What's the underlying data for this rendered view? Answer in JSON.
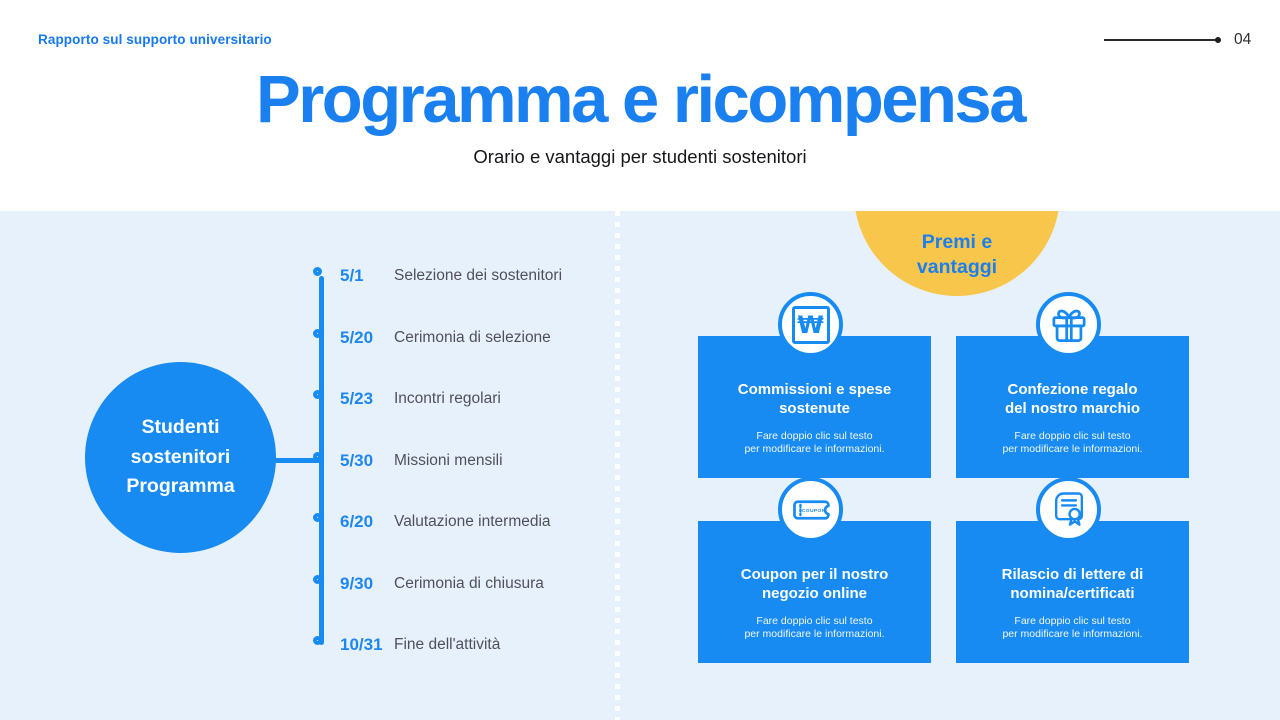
{
  "page": {
    "eyebrow": "Rapporto sul supporto universitario",
    "page_number": "04",
    "title": "Programma e ricompensa",
    "subtitle": "Orario e vantaggi per studenti sostenitori"
  },
  "colors": {
    "primary": "#178BF2",
    "title-blue": "#1A80F0",
    "accent-yellow": "#F8C64A",
    "panel-bg": "#E7F1FB",
    "header-bg": "#FFFFFF",
    "label-gray": "#50505A"
  },
  "timeline": {
    "group_label": "Studenti\nsostenitori\nProgramma",
    "items": [
      {
        "date": "5/1",
        "label": "Selezione dei sostenitori"
      },
      {
        "date": "5/20",
        "label": "Cerimonia di selezione"
      },
      {
        "date": "5/23",
        "label": "Incontri regolari"
      },
      {
        "date": "5/30",
        "label": "Missioni mensili"
      },
      {
        "date": "6/20",
        "label": "Valutazione intermedia"
      },
      {
        "date": "9/30",
        "label": "Cerimonia di chiusura"
      },
      {
        "date": "10/31",
        "label": "Fine dell'attività"
      }
    ]
  },
  "rewards": {
    "badge": "Premi e\nvantaggi",
    "edit_hint": "Fare doppio clic sul testo\nper modificare le informazioni.",
    "coupon_icon_text": "COUPON",
    "won_symbol": "₩",
    "cards": [
      {
        "icon": "won-sign-icon",
        "title": "Commissioni e spese\nsostenute"
      },
      {
        "icon": "gift-icon",
        "title": "Confezione regalo\ndel nostro marchio"
      },
      {
        "icon": "coupon-icon",
        "title": "Coupon per il nostro\nnegozio online"
      },
      {
        "icon": "certificate-icon",
        "title": "Rilascio di lettere di\nnomina/certificati"
      }
    ]
  }
}
